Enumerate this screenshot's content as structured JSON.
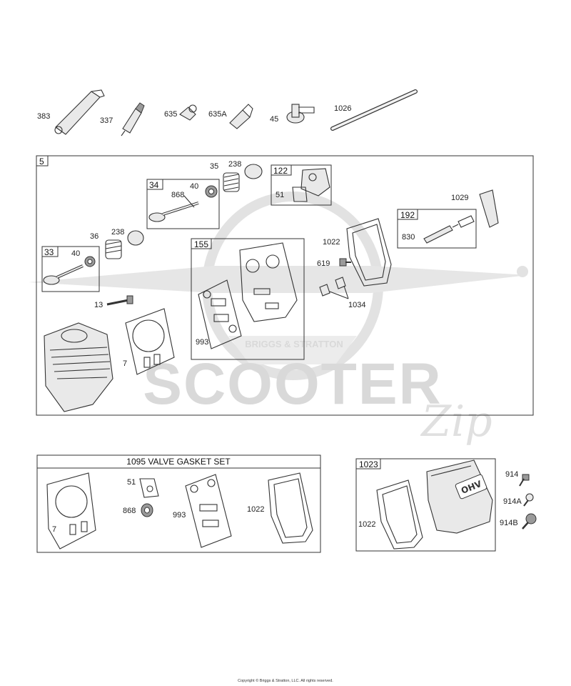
{
  "watermark": {
    "brand_big": "SCOOTER",
    "brand_small": "BRIGGS & STRATTON",
    "script_mark": "Zip"
  },
  "top_row_labels": [
    "383",
    "337",
    "635",
    "635A",
    "45",
    "1026"
  ],
  "main_box": {
    "number": "5",
    "sub_boxes": {
      "valve_34": {
        "number": "34",
        "labels": [
          "868",
          "40"
        ]
      },
      "breather_122": {
        "number": "122",
        "labels": [
          "51"
        ]
      },
      "rocker_192": {
        "number": "192",
        "labels": [
          "830"
        ]
      },
      "valve_33": {
        "number": "33",
        "labels": [
          "40"
        ]
      },
      "gasket_155": {
        "number": "155",
        "labels": [
          "993"
        ]
      }
    },
    "labels": {
      "spring_top": "35",
      "retainer_top": "238",
      "rocker_arm": "1029",
      "spring_left": "36",
      "retainer_left": "238",
      "cover_gasket": "1022",
      "bolt_619": "619",
      "clip_1034": "1034",
      "bolt_13": "13",
      "head_gasket": "7"
    }
  },
  "gasket_set": {
    "title": "1095 VALVE GASKET SET",
    "labels": {
      "head_gasket": "7",
      "breather_gasket": "51",
      "seal": "868",
      "intake_gasket": "993",
      "cover_gasket": "1022"
    }
  },
  "cover_box": {
    "number": "1023",
    "labels": {
      "gasket": "1022",
      "screw_914": "914",
      "screw_914A": "914A",
      "screw_914B": "914B"
    },
    "cover_emblem": "OHV"
  },
  "footer": {
    "copyright": "Copyright © Briggs & Stratton, LLC. All rights reserved."
  }
}
